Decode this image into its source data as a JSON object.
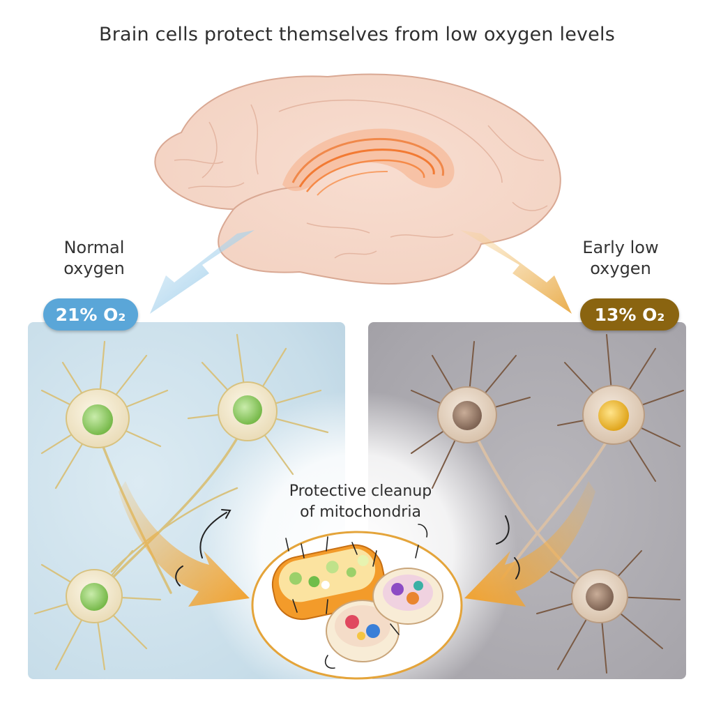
{
  "title": "Brain cells protect themselves from low oxygen levels",
  "left": {
    "label_line1": "Normal",
    "label_line2": "oxygen",
    "badge": "21% O₂",
    "color": "#5aa6d8"
  },
  "right": {
    "label_line1": "Early low",
    "label_line2": "oxygen",
    "badge": "13% O₂",
    "color": "#8a6410"
  },
  "center": {
    "line1": "Protective cleanup",
    "line2": "of mitochondria"
  },
  "icons": [
    "brain-illustration",
    "neuron-illustration",
    "mitochondria-illustration",
    "flow-arrow"
  ]
}
